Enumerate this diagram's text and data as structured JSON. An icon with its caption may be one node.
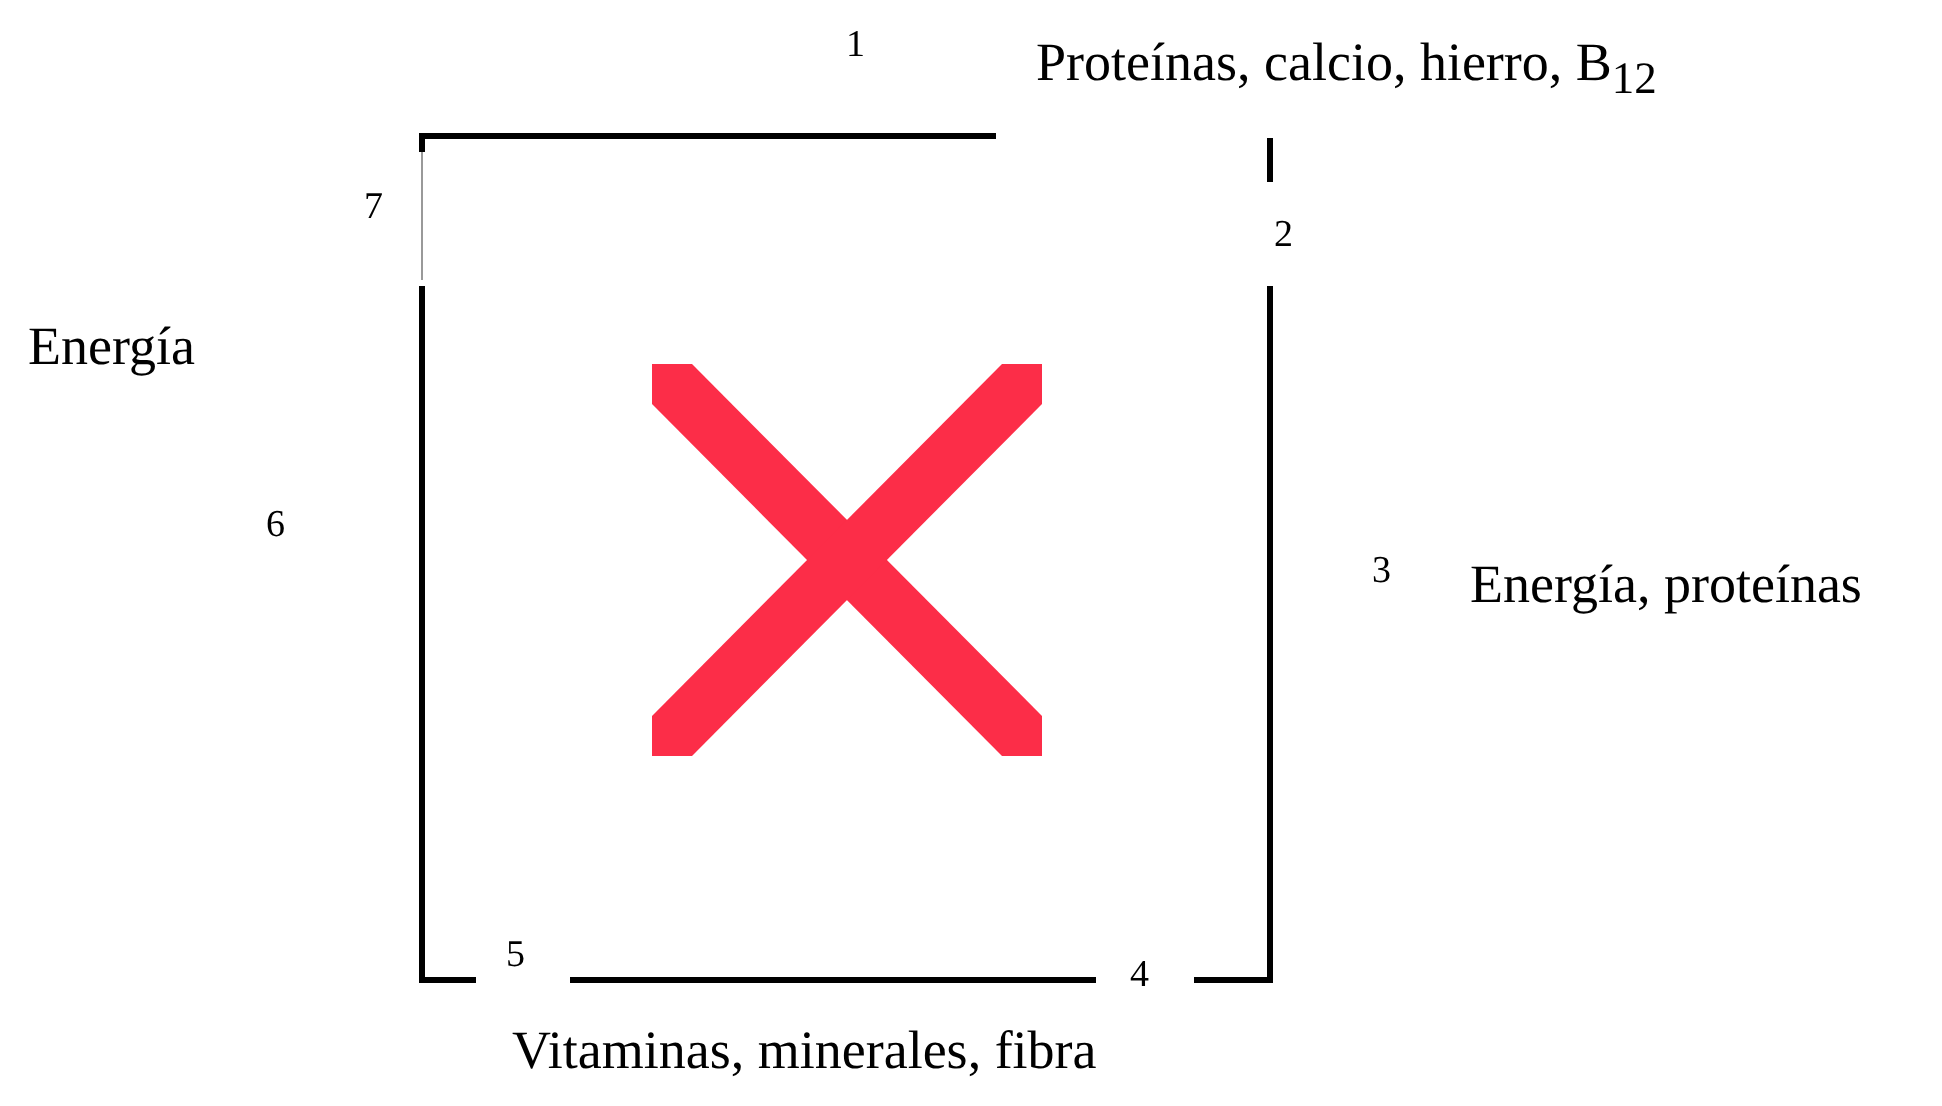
{
  "diagram": {
    "labels": [
      "1",
      "Proteínas, calcio, hierro, B$_{12}$",
      "7",
      "2",
      "Energía",
      "6",
      "3",
      "Energía, proteínas",
      "5",
      "4",
      "Vitaminas, minerales, fibra"
    ]
  }
}
